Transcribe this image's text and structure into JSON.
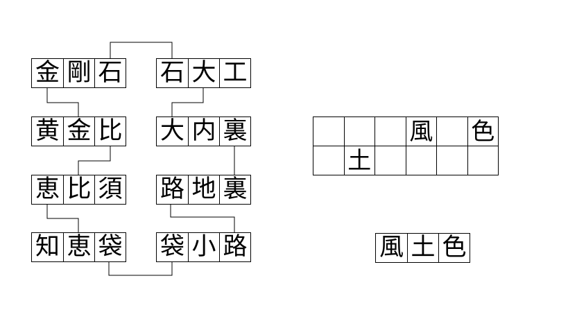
{
  "colors": {
    "background": "#ffffff",
    "line": "#000000",
    "text": "#000000"
  },
  "puzzle": {
    "words": [
      {
        "chars": [
          "金",
          "剛",
          "石"
        ]
      },
      {
        "chars": [
          "石",
          "大",
          "工"
        ]
      },
      {
        "chars": [
          "黄",
          "金",
          "比"
        ]
      },
      {
        "chars": [
          "大",
          "内",
          "裏"
        ]
      },
      {
        "chars": [
          "恵",
          "比",
          "須"
        ]
      },
      {
        "chars": [
          "路",
          "地",
          "裏"
        ]
      },
      {
        "chars": [
          "知",
          "恵",
          "袋"
        ]
      },
      {
        "chars": [
          "袋",
          "小",
          "路"
        ]
      }
    ],
    "links": [
      [
        "石",
        "石"
      ],
      [
        "金",
        "金"
      ],
      [
        "大",
        "大"
      ],
      [
        "比",
        "比"
      ],
      [
        "裏",
        "裏"
      ],
      [
        "恵",
        "恵"
      ],
      [
        "路",
        "路"
      ],
      [
        "袋",
        "袋"
      ]
    ],
    "grid": {
      "rows": [
        [
          "",
          "",
          "",
          "風",
          "",
          "色"
        ],
        [
          "",
          "土",
          "",
          "",
          "",
          ""
        ]
      ]
    },
    "answer": {
      "chars": [
        "風",
        "土",
        "色"
      ]
    }
  }
}
